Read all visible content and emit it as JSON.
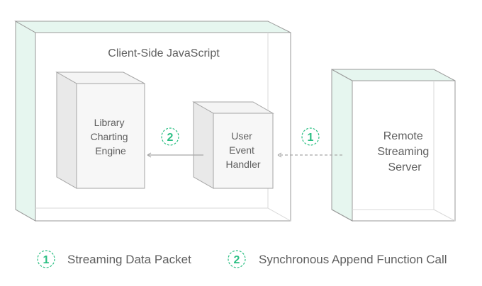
{
  "diagram": {
    "client": {
      "title": "Client-Side JavaScript"
    },
    "library_box": {
      "lines": [
        "Library",
        "Charting",
        "Engine"
      ]
    },
    "handler_box": {
      "lines": [
        "User",
        "Event",
        "Handler"
      ]
    },
    "server_box": {
      "lines": [
        "Remote",
        "Streaming",
        "Server"
      ]
    },
    "markers": {
      "step1": "1",
      "step2": "2"
    }
  },
  "legend": {
    "items": [
      {
        "number": "1",
        "label": "Streaming Data Packet"
      },
      {
        "number": "2",
        "label": "Synchronous Append Function Call"
      }
    ]
  },
  "colors": {
    "accent_green": "#2bbf83",
    "side_fill": "#e6f6ef",
    "box_gray": "#f1f1f1",
    "stroke": "#9a9a9a",
    "text": "#5f5f5f"
  }
}
